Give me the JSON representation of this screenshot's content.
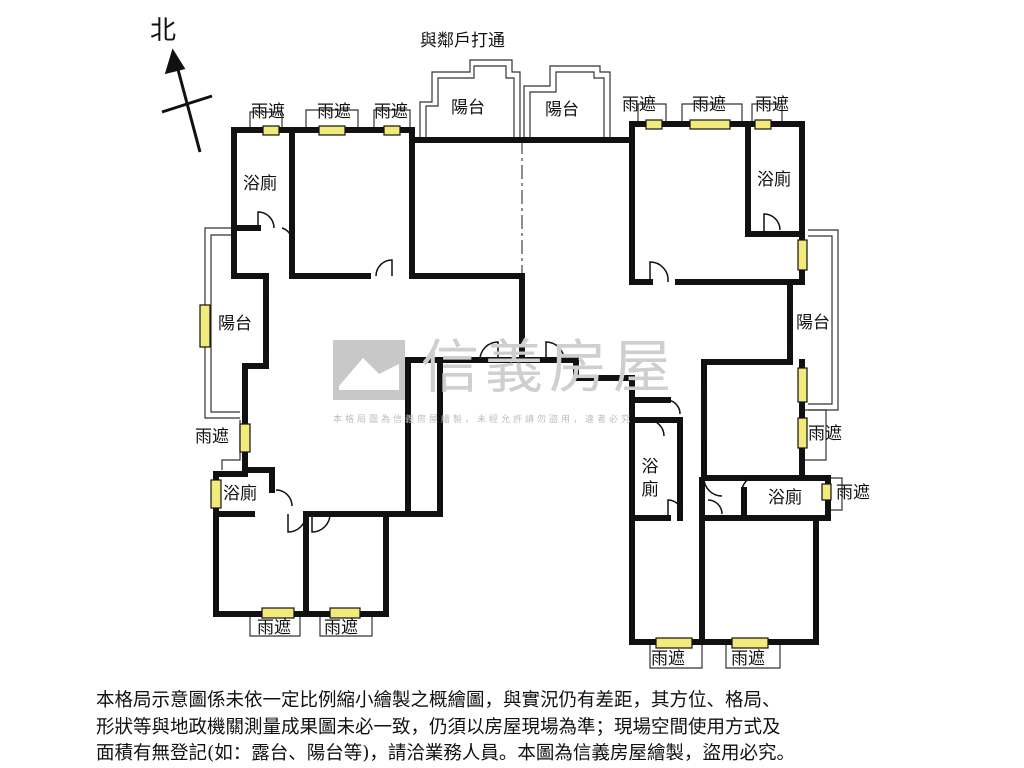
{
  "compass": {
    "label": "北"
  },
  "labels": {
    "neighbor_note": "與鄰戶打通",
    "balcony": "陽台",
    "bath": "浴廁",
    "awning": "雨遮"
  },
  "watermark": {
    "title": "信義房屋",
    "subtitle": "本格局圖為信義房屋繪製，未經允許請勿盜用，違者必究"
  },
  "disclaimer": {
    "line1": "本格局示意圖係未依一定比例縮小繪製之概繪圖，與實況仍有差距，其方位、格局、",
    "line2": "形狀等與地政機關測量成果圖未必一致，仍須以房屋現場為準；現場空間使用方式及",
    "line3": "面積有無登記(如：露台、陽台等)，請洽業務人員。本圖為信義房屋繪製，盜用必究。"
  },
  "colors": {
    "wall": "#111111",
    "window": "#f2ea7a",
    "watermark": "#c8c8c8"
  }
}
